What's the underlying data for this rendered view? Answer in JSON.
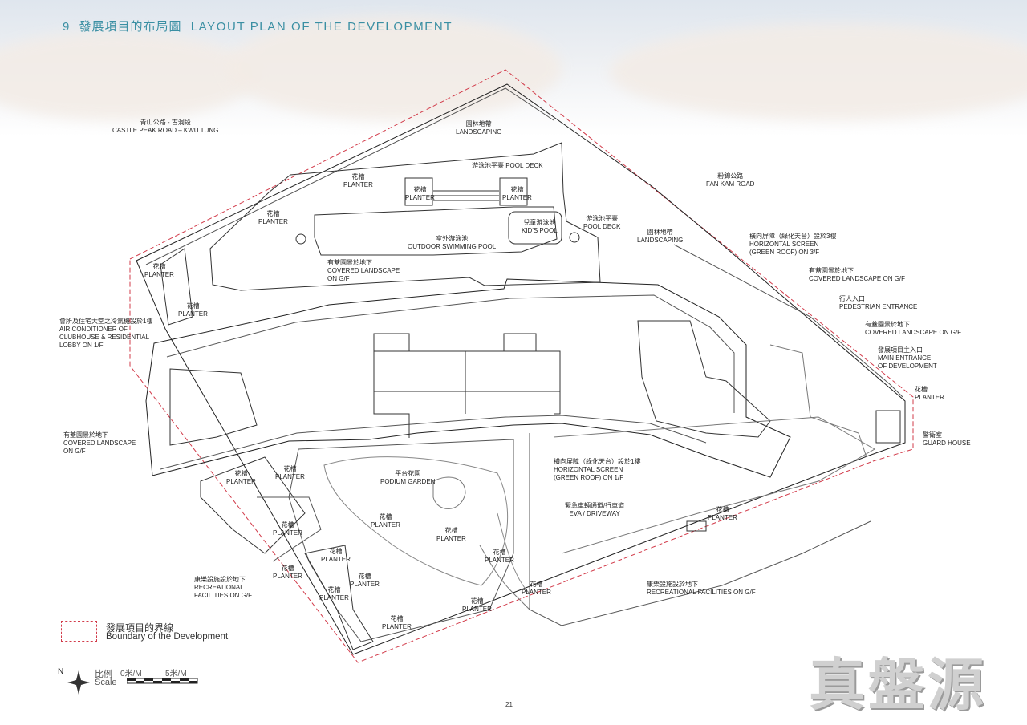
{
  "header": {
    "number": "9",
    "title_cn": "發展項目的布局圖",
    "title_en": "LAYOUT PLAN OF THE DEVELOPMENT"
  },
  "labels": {
    "castle_peak": {
      "cn": "青山公路 - 古洞段",
      "en": "CASTLE PEAK ROAD – KWU TUNG"
    },
    "landscaping_top": {
      "cn": "園林地帶",
      "en": "LANDSCAPING"
    },
    "pool_deck": {
      "text": "游泳池平臺 POOL DECK"
    },
    "planter_nw": {
      "cn": "花槽",
      "en": "PLANTER"
    },
    "planter_w": {
      "cn": "花槽",
      "en": "PLANTER"
    },
    "planter_pool_l": {
      "cn": "花槽",
      "en": "PLANTER"
    },
    "planter_pool_r": {
      "cn": "花槽",
      "en": "PLANTER"
    },
    "kids_pool": {
      "cn": "兒童游泳池",
      "en": "KID'S POOL"
    },
    "pool_deck_2": {
      "cn": "游泳池平臺",
      "en": "POOL DECK"
    },
    "outdoor_pool": {
      "cn": "室外游泳池",
      "en": "OUTDOOR SWIMMING POOL"
    },
    "fan_kam": {
      "cn": "粉錦公路",
      "en": "FAN KAM ROAD"
    },
    "landscaping_e": {
      "cn": "園林地帶",
      "en": "LANDSCAPING"
    },
    "h_screen_3f": {
      "cn": "橫向屏障（綠化天台）設於3樓",
      "en1": "HORIZONTAL SCREEN",
      "en2": "(GREEN ROOF) ON 3/F"
    },
    "covered_ne": {
      "cn": "有蓋園景於地下",
      "en": "COVERED LANDSCAPE ON G/F"
    },
    "ped_entrance": {
      "cn": "行人入口",
      "en": "PEDESTRIAN ENTRANCE"
    },
    "covered_e": {
      "cn": "有蓋園景於地下",
      "en": "COVERED LANDSCAPE ON G/F"
    },
    "main_entrance": {
      "cn": "發展項目主入口",
      "en1": "MAIN ENTRANCE",
      "en2": "OF DEVELOPMENT"
    },
    "planter_e": {
      "cn": "花槽",
      "en": "PLANTER"
    },
    "guard_house": {
      "cn": "警衛室",
      "en": "GUARD HOUSE"
    },
    "planter_far_w": {
      "cn": "花槽",
      "en": "PLANTER"
    },
    "planter_far_w2": {
      "cn": "花槽",
      "en": "PLANTER"
    },
    "covered_center": {
      "cn": "有蓋園景於地下",
      "en1": "COVERED LANDSCAPE",
      "en2": "ON G/F"
    },
    "air_con": {
      "cn": "會所及住宅大堂之冷氣機設於1樓",
      "en1": "AIR CONDITIONER OF",
      "en2": "CLUBHOUSE & RESIDENTIAL",
      "en3": "LOBBY ON 1/F"
    },
    "covered_sw": {
      "cn": "有蓋園景於地下",
      "en1": "COVERED LANDSCAPE",
      "en2": "ON G/F"
    },
    "podium_garden": {
      "cn": "平台花園",
      "en": "PODIUM GARDEN"
    },
    "h_screen_1f": {
      "cn": "橫向屏障（綠化天台）設於1樓",
      "en1": "HORIZONTAL SCREEN",
      "en2": "(GREEN ROOF) ON 1/F"
    },
    "eva": {
      "cn": "緊急車輛通道/行車道",
      "en": "EVA / DRIVEWAY"
    },
    "planter_se": {
      "cn": "花槽",
      "en": "PLANTER"
    },
    "planter_a": {
      "cn": "花槽",
      "en": "PLANTER"
    },
    "planter_b": {
      "cn": "花槽",
      "en": "PLANTER"
    },
    "planter_c": {
      "cn": "花槽",
      "en": "PLANTER"
    },
    "planter_d": {
      "cn": "花槽",
      "en": "PLANTER"
    },
    "planter_e2": {
      "cn": "花槽",
      "en": "PLANTER"
    },
    "planter_f": {
      "cn": "花槽",
      "en": "PLANTER"
    },
    "planter_g": {
      "cn": "花槽",
      "en": "PLANTER"
    },
    "planter_h": {
      "cn": "花槽",
      "en": "PLANTER"
    },
    "planter_i": {
      "cn": "花槽",
      "en": "PLANTER"
    },
    "planter_j": {
      "cn": "花槽",
      "en": "PLANTER"
    },
    "planter_k": {
      "cn": "花槽",
      "en": "PLANTER"
    },
    "planter_l": {
      "cn": "花槽",
      "en": "PLANTER"
    },
    "planter_m": {
      "cn": "花槽",
      "en": "PLANTER"
    },
    "rec_w": {
      "cn": "康樂設施設於地下",
      "en1": "RECREATIONAL",
      "en2": "FACILITIES ON G/F"
    },
    "rec_e": {
      "cn": "康樂設施設於地下",
      "en": "RECREATIONAL FACILITIES ON G/F"
    }
  },
  "legend": {
    "cn": "發展項目的界線",
    "en": "Boundary of the Development",
    "color": "#d23b4a"
  },
  "scale": {
    "north": "N",
    "cn": "比例",
    "en": "Scale",
    "tick0": "0米/M",
    "tick5": "5米/M"
  },
  "page_number": "21",
  "watermark": "真盤源",
  "colors": {
    "header": "#3a8fa3",
    "lines": "#333333",
    "boundary": "#d23b4a"
  }
}
